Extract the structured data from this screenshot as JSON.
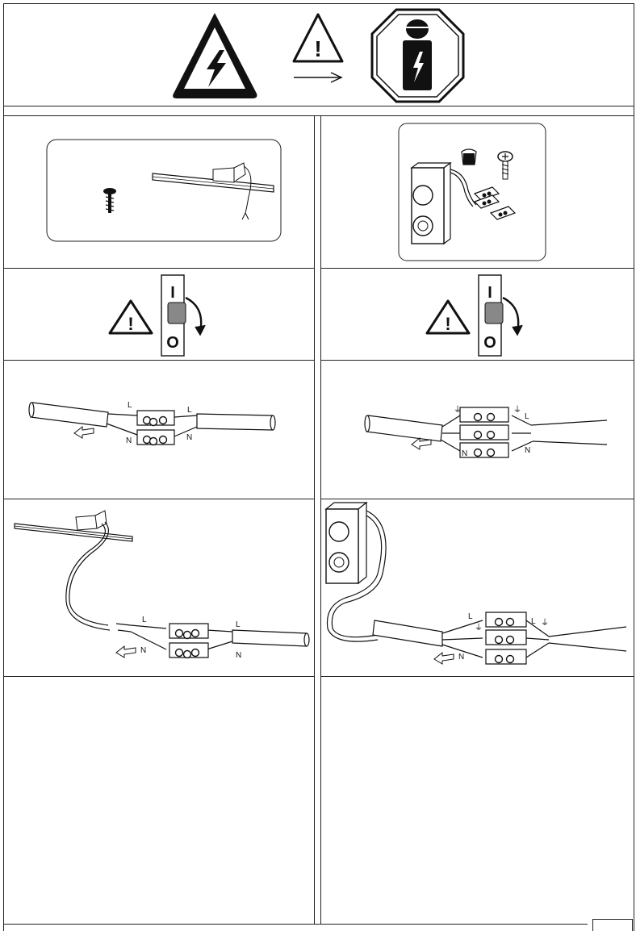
{
  "document": {
    "type": "installation-instructions",
    "warning_header": {
      "icons": [
        "electric-hazard-icon",
        "caution-icon",
        "arrow-right-icon",
        "qualified-electrician-icon"
      ]
    },
    "left_column": {
      "step1": {
        "icons": [
          "screw-icon",
          "picture-light-fixture-icon"
        ]
      },
      "step2": {
        "icons": [
          "caution-icon",
          "circuit-breaker-switch-icon"
        ]
      },
      "step3": {
        "labels": {
          "live_left": "L",
          "live_right": "L",
          "neutral_left": "N",
          "neutral_right": "N"
        }
      },
      "step4": {
        "labels": {
          "live_left": "L",
          "live_right": "L",
          "neutral_left": "N",
          "neutral_right": "N"
        }
      }
    },
    "right_column": {
      "step1": {
        "icons": [
          "wall-plug-icon",
          "screw-icon",
          "switched-socket-box-icon",
          "connector-block-icon"
        ]
      },
      "step2": {
        "icons": [
          "caution-icon",
          "circuit-breaker-switch-icon"
        ]
      },
      "step3": {
        "labels": {
          "earth_left": "⏚",
          "earth_right": "⏚",
          "live_right": "L",
          "neutral_left": "N",
          "neutral_right": "N"
        }
      },
      "step4": {
        "labels": {
          "live_left": "L",
          "live_right": "L",
          "earth_left": "⏚",
          "earth_right": "⏚",
          "neutral_left": "N"
        }
      }
    },
    "breaker_marks": {
      "on": "I",
      "off": "O"
    },
    "hazard_glyph": "!"
  }
}
